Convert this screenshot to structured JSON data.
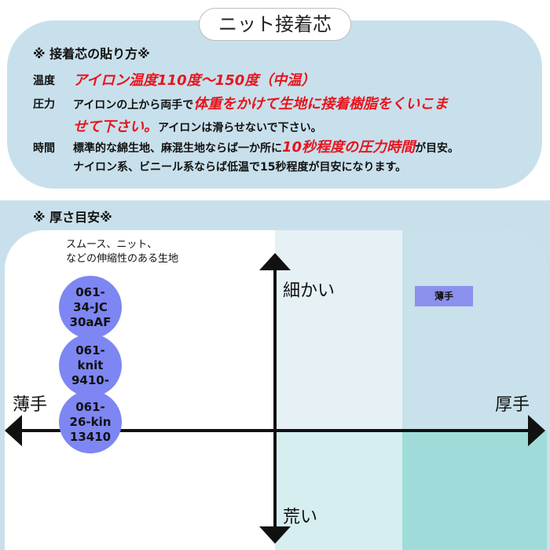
{
  "title": "ニット接着芯",
  "instructions": {
    "heading": "※ 接着芯の貼り方※",
    "temperature": {
      "label": "温度",
      "value": "アイロン温度110度～150度（中温）"
    },
    "pressure": {
      "label": "圧力",
      "text_before": "アイロンの上から両手で",
      "highlight": "体重をかけて生地に接着樹脂をくいこま",
      "highlight_cont": "せて下さい。",
      "text_after": "アイロンは滑らせないで下さい。"
    },
    "time": {
      "label": "時間",
      "text_before": "標準的な綿生地、麻混生地ならば一か所に",
      "highlight": "10秒程度の圧力時間",
      "text_after": "が目安。",
      "line2": "ナイロン系、ビニール系ならば低温で15秒程度が目安になります。"
    }
  },
  "thickness_chart": {
    "heading": "※ 厚さ目安※",
    "axis": {
      "left": "薄手",
      "right": "厚手",
      "top": "細かい",
      "bottom": "荒い"
    },
    "note_line1": "スムース、ニット、",
    "note_line2": "などの伸縮性のある生地",
    "products": [
      {
        "lines": [
          "061-",
          "34-JC",
          "30aAF"
        ]
      },
      {
        "lines": [
          "061-",
          "knit",
          "9410-"
        ]
      },
      {
        "lines": [
          "061-",
          "26-kin",
          "13410"
        ]
      }
    ],
    "tag": "薄手",
    "colors": {
      "circle": "#7d86f2",
      "tag": "#8b91ec",
      "zone_top_mid": "#e6f1f5",
      "zone_top_right": "#c9e1eb",
      "zone_bottom_mid": "#d6eef0",
      "zone_bottom_right": "#9fdcd9",
      "panel_bg": "#c8e0ec"
    }
  }
}
